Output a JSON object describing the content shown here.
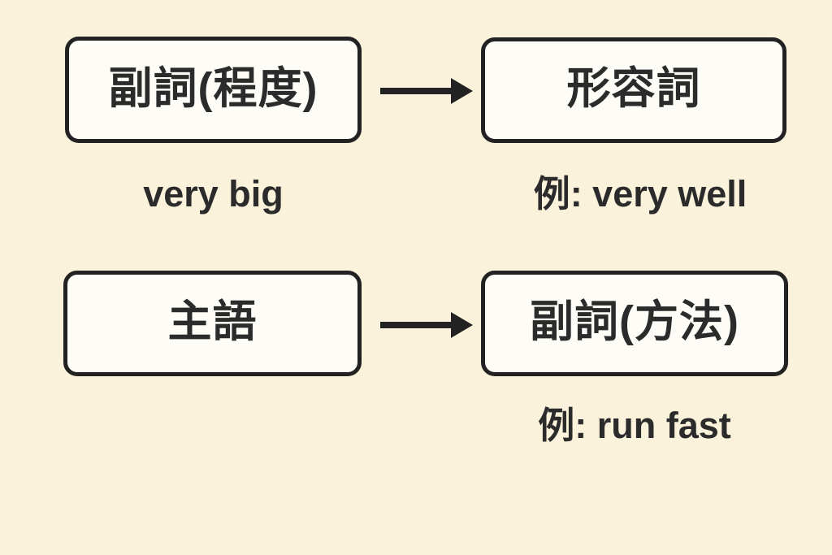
{
  "diagram": {
    "title": "adverb-modification-diagram",
    "colors": {
      "background": "#FBF2DC",
      "box_fill": "#FEFCF7",
      "stroke": "#222222",
      "text": "#2B2B2B"
    },
    "rows": [
      {
        "left_box": "副詞(程度)",
        "arrow": "right-arrow",
        "right_box": "形容詞",
        "left_caption": "very big",
        "right_caption": "例: very well"
      },
      {
        "left_box": "主語",
        "arrow": "right-arrow",
        "right_box": "副詞(方法)",
        "left_caption": "",
        "right_caption": "例: run fast"
      }
    ]
  }
}
